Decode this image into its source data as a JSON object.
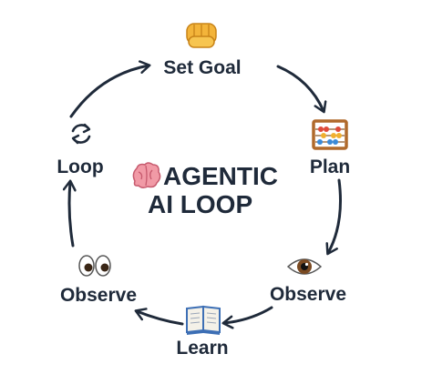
{
  "diagram": {
    "title_line1": "AGENTIC",
    "title_line2": "AI LOOP",
    "nodes": {
      "set_goal": {
        "label": "Set Goal",
        "icon": "fist-icon"
      },
      "plan": {
        "label": "Plan",
        "icon": "abacus-icon"
      },
      "observe_right": {
        "label": "Observe",
        "icon": "eye-icon"
      },
      "learn": {
        "label": "Learn",
        "icon": "open-book-icon"
      },
      "observe_left": {
        "label": "Observe",
        "icon": "eyes-icon"
      },
      "loop": {
        "label": "Loop",
        "icon": "cycle-arrows-icon"
      }
    },
    "center_icon": "brain-icon",
    "colors": {
      "text": "#1f2a3a",
      "arrow": "#1f2a3a",
      "fist": "#f3b43a",
      "abacus_frame": "#b06a2c",
      "eye_iris": "#7a4a22",
      "brain": "#f19aa6",
      "book": "#3d6fb5"
    }
  }
}
